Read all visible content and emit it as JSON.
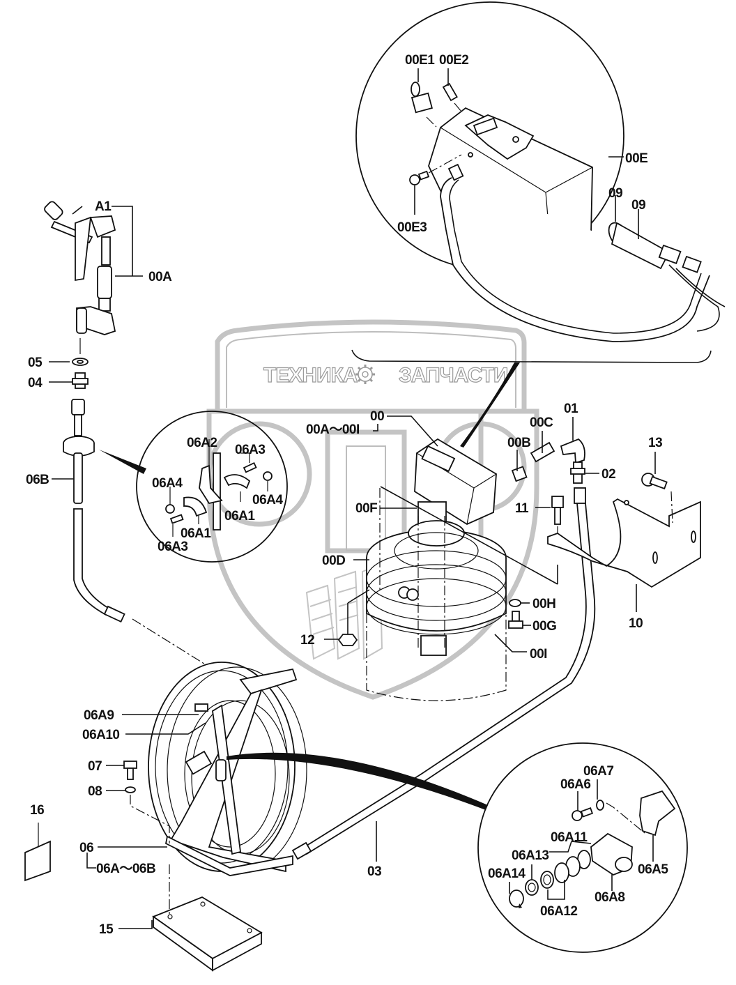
{
  "watermark": {
    "left_text": "ТЕХНИКА",
    "right_text": "ЗАПЧАСТИ",
    "icon": "gear-icon",
    "monogram": "ОПФ"
  },
  "callouts": {
    "top_detail": {
      "00E1": "00E1",
      "00E2": "00E2",
      "00E3": "00E3",
      "00E": "00E",
      "09a": "09",
      "09b": "09"
    },
    "gun": {
      "A1": "A1",
      "00A": "00A",
      "05": "05",
      "04": "04",
      "06B": "06B"
    },
    "clamp_detail": {
      "06A2": "06A2",
      "06A3_top": "06A3",
      "06A4_left": "06A4",
      "06A4_right": "06A4",
      "06A1_right": "06A1",
      "06A1_left": "06A1",
      "06A3_bottom": "06A3"
    },
    "pump": {
      "00": "00",
      "00A_00I": "00A～00I",
      "00B": "00B",
      "00C": "00C",
      "01": "01",
      "02": "02",
      "00F": "00F",
      "11": "11",
      "13": "13",
      "00D": "00D",
      "00H": "00H",
      "00G": "00G",
      "12": "12",
      "00I": "00I",
      "10": "10"
    },
    "reel": {
      "06A9": "06A9",
      "06A10": "06A10",
      "07": "07",
      "08": "08",
      "16": "16",
      "06": "06",
      "06A_06B": "06A～06B",
      "15": "15",
      "03": "03"
    },
    "swivel_detail": {
      "06A7": "06A7",
      "06A6": "06A6",
      "06A11": "06A11",
      "06A13": "06A13",
      "06A14": "06A14",
      "06A12": "06A12",
      "06A8": "06A8",
      "06A5": "06A5"
    }
  }
}
